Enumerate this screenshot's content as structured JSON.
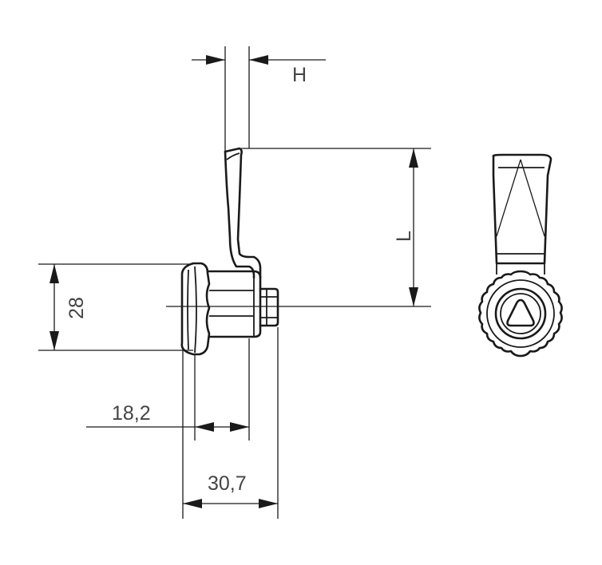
{
  "dimensions": {
    "h_label": "H",
    "l_label": "L",
    "height_28": "28",
    "width_18_2": "18,2",
    "width_30_7": "30,7"
  },
  "colors": {
    "line": "#1a1a1a",
    "text": "#444444",
    "background": "#ffffff"
  }
}
